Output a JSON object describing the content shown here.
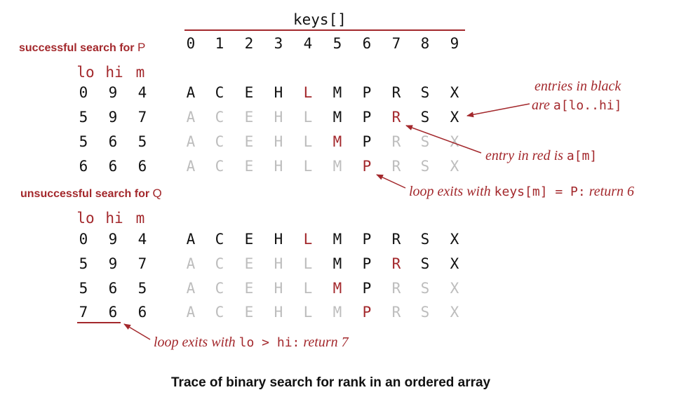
{
  "header": {
    "array_label": "keys[]",
    "indices": [
      "0",
      "1",
      "2",
      "3",
      "4",
      "5",
      "6",
      "7",
      "8",
      "9"
    ]
  },
  "sections": [
    {
      "label": "successful search for",
      "label_key": "P",
      "col_headers": [
        "lo",
        "hi",
        "m"
      ],
      "rows": [
        {
          "lo": "0",
          "hi": "9",
          "m": "4",
          "entries": [
            "A",
            "C",
            "E",
            "H",
            "L",
            "M",
            "P",
            "R",
            "S",
            "X"
          ],
          "black_from": 0,
          "black_to": 9,
          "mid": 4
        },
        {
          "lo": "5",
          "hi": "9",
          "m": "7",
          "entries": [
            "A",
            "C",
            "E",
            "H",
            "L",
            "M",
            "P",
            "R",
            "S",
            "X"
          ],
          "black_from": 5,
          "black_to": 9,
          "mid": 7
        },
        {
          "lo": "5",
          "hi": "6",
          "m": "5",
          "entries": [
            "A",
            "C",
            "E",
            "H",
            "L",
            "M",
            "P",
            "R",
            "S",
            "X"
          ],
          "black_from": 5,
          "black_to": 6,
          "mid": 5
        },
        {
          "lo": "6",
          "hi": "6",
          "m": "6",
          "entries": [
            "A",
            "C",
            "E",
            "H",
            "L",
            "M",
            "P",
            "R",
            "S",
            "X"
          ],
          "black_from": 6,
          "black_to": 6,
          "mid": 6
        }
      ]
    },
    {
      "label": "unsuccessful search for",
      "label_key": "Q",
      "col_headers": [
        "lo",
        "hi",
        "m"
      ],
      "rows": [
        {
          "lo": "0",
          "hi": "9",
          "m": "4",
          "entries": [
            "A",
            "C",
            "E",
            "H",
            "L",
            "M",
            "P",
            "R",
            "S",
            "X"
          ],
          "black_from": 0,
          "black_to": 9,
          "mid": 4
        },
        {
          "lo": "5",
          "hi": "9",
          "m": "7",
          "entries": [
            "A",
            "C",
            "E",
            "H",
            "L",
            "M",
            "P",
            "R",
            "S",
            "X"
          ],
          "black_from": 5,
          "black_to": 9,
          "mid": 7
        },
        {
          "lo": "5",
          "hi": "6",
          "m": "5",
          "entries": [
            "A",
            "C",
            "E",
            "H",
            "L",
            "M",
            "P",
            "R",
            "S",
            "X"
          ],
          "black_from": 5,
          "black_to": 6,
          "mid": 5
        },
        {
          "lo": "7",
          "hi": "6",
          "m": "6",
          "entries": [
            "A",
            "C",
            "E",
            "H",
            "L",
            "M",
            "P",
            "R",
            "S",
            "X"
          ],
          "black_from": -1,
          "black_to": -2,
          "mid": 6
        }
      ]
    }
  ],
  "annotations": {
    "black_line1": "entries in black",
    "black_line2_prefix": "are ",
    "black_line2_code": "a[lo..hi]",
    "red_prefix": "entry in red is ",
    "red_code": "a[m]",
    "exit1_prefix": "loop exits with ",
    "exit1_code": "keys[m] = P:",
    "exit1_suffix": " return 6",
    "exit2_prefix": "loop exits with ",
    "exit2_code": "lo > hi:",
    "exit2_suffix": " return  7"
  },
  "caption": "Trace of  binary search for rank in an ordered array",
  "colors": {
    "red": "#a3282c",
    "gray": "#bdbdbd",
    "black": "#111111"
  }
}
